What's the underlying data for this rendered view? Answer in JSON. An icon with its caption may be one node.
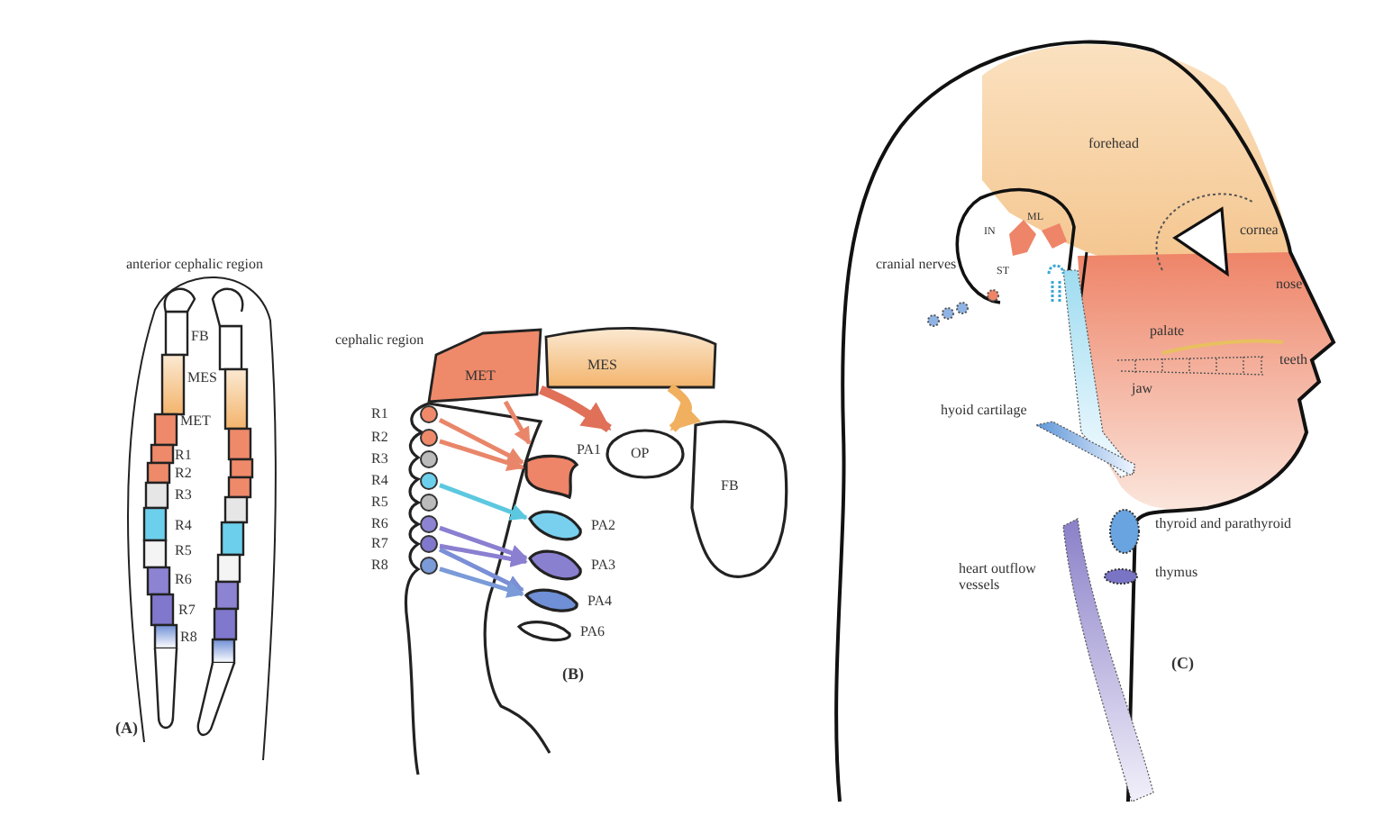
{
  "diagram": {
    "nodes": [
      {
        "text": [
          "MET"
        ]
      },
      {
        "text": [
          "MES"
        ]
      },
      {
        "text": [
          "FB"
        ]
      },
      {
        "text": [
          "OP"
        ]
      },
      {
        "text": [
          "R1"
        ]
      },
      {
        "text": [
          "R2"
        ]
      },
      {
        "text": [
          "R3"
        ]
      },
      {
        "text": [
          "R4"
        ]
      },
      {
        "text": [
          "R5"
        ]
      },
      {
        "text": [
          "R6"
        ]
      },
      {
        "text": [
          "R7"
        ]
      },
      {
        "text": [
          "R8"
        ]
      },
      {
        "text": [
          "PA1"
        ]
      },
      {
        "text": [
          "PA2"
        ]
      },
      {
        "text": [
          "PA3"
        ]
      },
      {
        "text": [
          "PA4"
        ]
      },
      {
        "text": [
          "PA6"
        ]
      }
    ],
    "edges": [
      {
        "from": 0,
        "to": 12,
        "arrow": "to",
        "color": "#e9866a"
      },
      {
        "from": 0,
        "to": 3,
        "arrow": "to",
        "style": "thick",
        "color": "#e07058"
      },
      {
        "from": 1,
        "to": 3,
        "arrow": "to",
        "style": "thick",
        "color": "#f0b060"
      },
      {
        "from": 4,
        "to": 12,
        "arrow": "to",
        "color": "#e9866a"
      },
      {
        "from": 5,
        "to": 12,
        "arrow": "to",
        "color": "#e9866a"
      },
      {
        "from": 7,
        "to": 13,
        "arrow": "to",
        "color": "#5cc8e0"
      },
      {
        "from": 9,
        "to": 14,
        "arrow": "to",
        "color": "#8a7fd0"
      },
      {
        "from": 10,
        "to": 14,
        "arrow": "to",
        "color": "#8a7fd0"
      },
      {
        "from": 10,
        "to": 15,
        "arrow": "to",
        "color": "#7a8fd6"
      },
      {
        "from": 11,
        "to": 15,
        "arrow": "to",
        "color": "#7a9ad8"
      }
    ],
    "labels": [
      "anterior cephalic region",
      "FB",
      "MES",
      "MET",
      "R1",
      "R2",
      "R3",
      "R4",
      "R5",
      "R6",
      "R7",
      "R8",
      "(A)",
      "cephalic region",
      "(B)",
      "forehead",
      "IN",
      "ML",
      "cornea",
      "cranial nerves",
      "ST",
      "nose",
      "palate",
      "teeth",
      "jaw",
      "hyoid cartilage",
      "thyroid and parathyroid",
      "thymus",
      "heart outflow vessels",
      "(C)"
    ]
  }
}
